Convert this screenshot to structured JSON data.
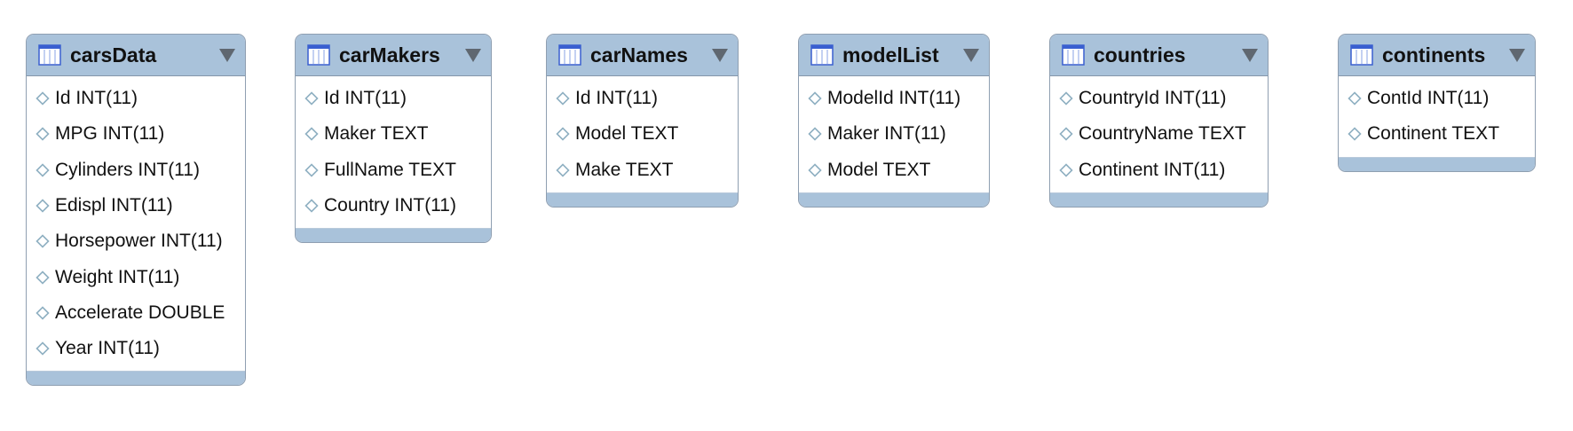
{
  "diagram": {
    "tables": [
      {
        "name": "carsData",
        "columns": [
          "Id INT(11)",
          "MPG INT(11)",
          "Cylinders INT(11)",
          "Edispl INT(11)",
          "Horsepower INT(11)",
          "Weight INT(11)",
          "Accelerate DOUBLE",
          "Year INT(11)"
        ]
      },
      {
        "name": "carMakers",
        "columns": [
          "Id INT(11)",
          "Maker TEXT",
          "FullName TEXT",
          "Country INT(11)"
        ]
      },
      {
        "name": "carNames",
        "columns": [
          "Id INT(11)",
          "Model TEXT",
          "Make TEXT"
        ]
      },
      {
        "name": "modelList",
        "columns": [
          "ModelId INT(11)",
          "Maker INT(11)",
          "Model TEXT"
        ]
      },
      {
        "name": "countries",
        "columns": [
          "CountryId INT(11)",
          "CountryName TEXT",
          "Continent INT(11)"
        ]
      },
      {
        "name": "continents",
        "columns": [
          "ContId INT(11)",
          "Continent TEXT"
        ]
      }
    ]
  },
  "colors": {
    "header": "#a9c2da",
    "border": "#8f9fb1",
    "arrow": "#5f6770",
    "diamond": "#8fb0c2",
    "icon": "#3a5fd0"
  },
  "icons": {
    "table": "table-icon",
    "menu": "triangle-down-icon",
    "column": "diamond-icon"
  }
}
